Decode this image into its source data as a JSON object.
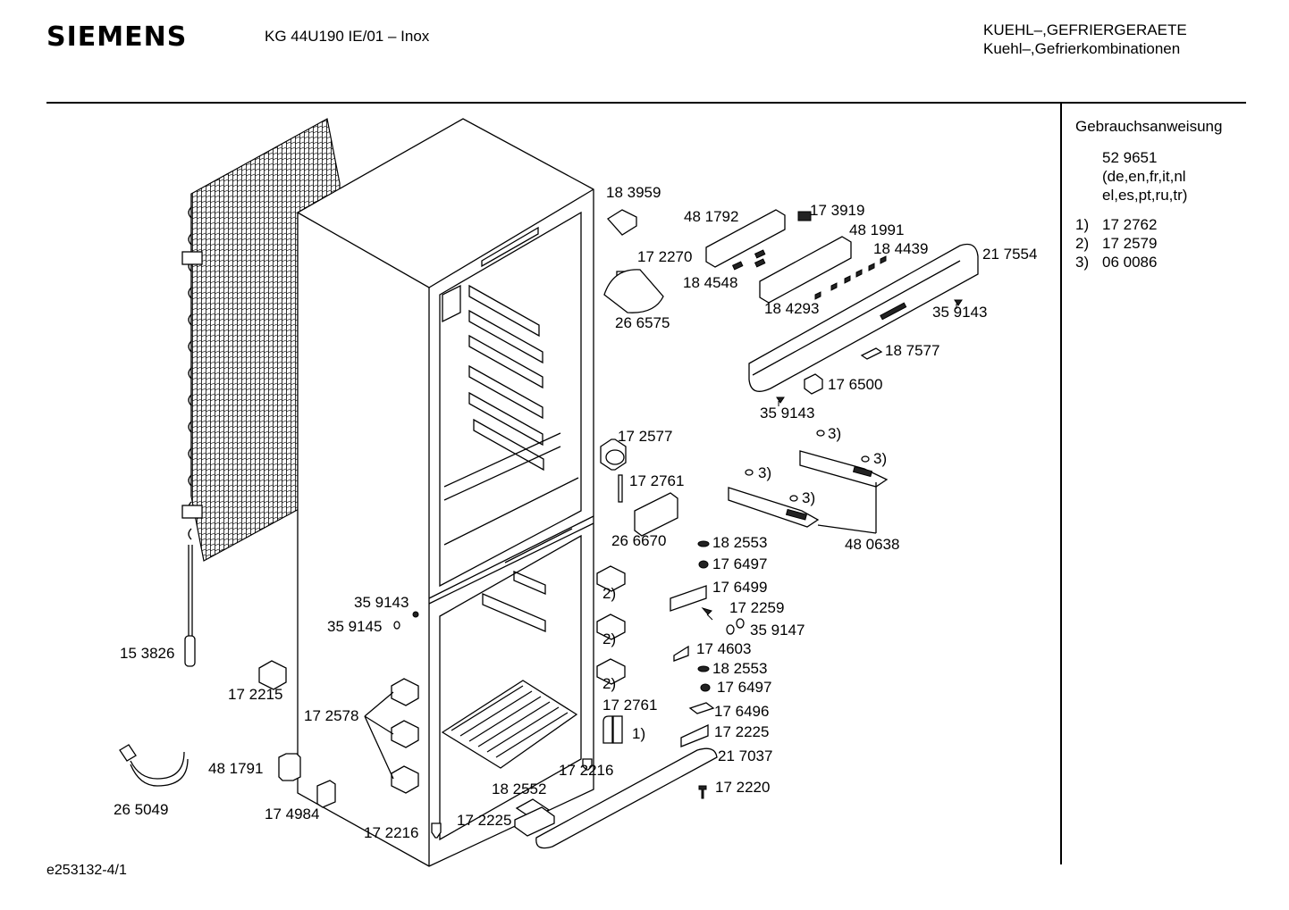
{
  "header": {
    "brand": "SIEMENS",
    "model": "KG 44U190 IE/01 – Inox",
    "category_line1": "KUEHL–,GEFRIERGERAETE",
    "category_line2": "Kuehl–,Gefrierkombinationen"
  },
  "sidebar": {
    "title": "Gebrauchsanweisung",
    "manual_number": "52 9651",
    "languages_line1": "(de,en,fr,it,nl",
    "languages_line2": "el,es,pt,ru,tr)",
    "notes": [
      {
        "key": "1)",
        "value": "17 2762"
      },
      {
        "key": "2)",
        "value": "17 2579"
      },
      {
        "key": "3)",
        "value": "06 0086"
      }
    ]
  },
  "parts": [
    {
      "id": "p183959",
      "text": "18 3959"
    },
    {
      "id": "p481792",
      "text": "48 1792"
    },
    {
      "id": "p173919",
      "text": "17 3919"
    },
    {
      "id": "p481991",
      "text": "48 1991"
    },
    {
      "id": "p184439",
      "text": "18 4439"
    },
    {
      "id": "p217554",
      "text": "21 7554"
    },
    {
      "id": "p172270",
      "text": "17 2270"
    },
    {
      "id": "p184548",
      "text": "18 4548"
    },
    {
      "id": "p184293",
      "text": "18 4293"
    },
    {
      "id": "p359143a",
      "text": "35 9143"
    },
    {
      "id": "p266575",
      "text": "26 6575"
    },
    {
      "id": "p187577",
      "text": "18 7577"
    },
    {
      "id": "p176500",
      "text": "17 6500"
    },
    {
      "id": "p359143b",
      "text": "35 9143"
    },
    {
      "id": "p172577",
      "text": "17 2577"
    },
    {
      "id": "p3a",
      "text": "3)"
    },
    {
      "id": "p3b",
      "text": "3)"
    },
    {
      "id": "p3c",
      "text": "3)"
    },
    {
      "id": "p3d",
      "text": "3)"
    },
    {
      "id": "p172761a",
      "text": "17 2761"
    },
    {
      "id": "p266670",
      "text": "26 6670"
    },
    {
      "id": "p480638",
      "text": "48 0638"
    },
    {
      "id": "p182553a",
      "text": "18 2553"
    },
    {
      "id": "p176497a",
      "text": "17 6497"
    },
    {
      "id": "p176499",
      "text": "17 6499"
    },
    {
      "id": "p2a",
      "text": "2)"
    },
    {
      "id": "p172259",
      "text": "17 2259"
    },
    {
      "id": "p359147",
      "text": "35 9147"
    },
    {
      "id": "p359143c",
      "text": "35 9143"
    },
    {
      "id": "p359145",
      "text": "35 9145"
    },
    {
      "id": "p2b",
      "text": "2)"
    },
    {
      "id": "p174603",
      "text": "17 4603"
    },
    {
      "id": "p153826",
      "text": "15 3826"
    },
    {
      "id": "p182553b",
      "text": "18 2553"
    },
    {
      "id": "p176497b",
      "text": "17 6497"
    },
    {
      "id": "p2c",
      "text": "2)"
    },
    {
      "id": "p172215",
      "text": "17 2215"
    },
    {
      "id": "p172578",
      "text": "17 2578"
    },
    {
      "id": "p172761b",
      "text": "17 2761"
    },
    {
      "id": "p176496",
      "text": "17 6496"
    },
    {
      "id": "p1a",
      "text": "1)"
    },
    {
      "id": "p172225a",
      "text": "17 2225"
    },
    {
      "id": "p217037",
      "text": "21 7037"
    },
    {
      "id": "p481791",
      "text": "48 1791"
    },
    {
      "id": "p172216a",
      "text": "17 2216"
    },
    {
      "id": "p182552",
      "text": "18 2552"
    },
    {
      "id": "p172220",
      "text": "17 2220"
    },
    {
      "id": "p265049",
      "text": "26 5049"
    },
    {
      "id": "p174984",
      "text": "17 4984"
    },
    {
      "id": "p172225b",
      "text": "17 2225"
    },
    {
      "id": "p172216b",
      "text": "17 2216"
    }
  ],
  "footer": {
    "code": "e253132-4/1"
  }
}
